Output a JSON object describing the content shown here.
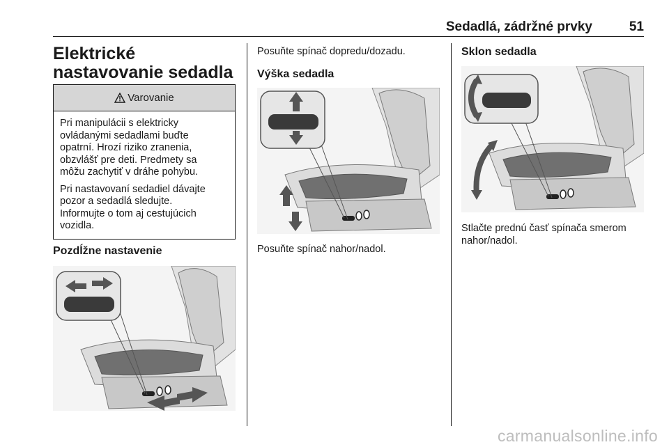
{
  "header": {
    "title": "Sedadlá, zádržné prvky",
    "page_number": "51"
  },
  "col1": {
    "heading": "Elektrické nastavovanie sedadla",
    "warning": {
      "title": "Varovanie",
      "paragraphs": [
        "Pri manipulácii s elektricky\novládanými sedadlami buďte\nopatrní. Hrozí riziko zranenia,\nobzvlášť pre deti. Predmety sa\nmôžu zachytiť v dráhe pohybu.",
        "Pri nastavovaní sedadiel dávajte\npozor a sedadlá sledujte.\nInformujte o tom aj cestujúcich\nvozidla."
      ]
    },
    "subheading": "Pozdĺžne nastavenie"
  },
  "col2": {
    "intro": "Posuňte spínač dopredu/dozadu.",
    "subheading": "Výška sedadla",
    "caption": "Posuňte spínač nahor/nadol."
  },
  "col3": {
    "subheading": "Sklon sedadla",
    "caption": "Stlačte prednú časť spínača smerom\nnahor/nadol."
  },
  "watermark": "carmanualsonline.info",
  "icons": {
    "warning": "warning-triangle-icon"
  }
}
